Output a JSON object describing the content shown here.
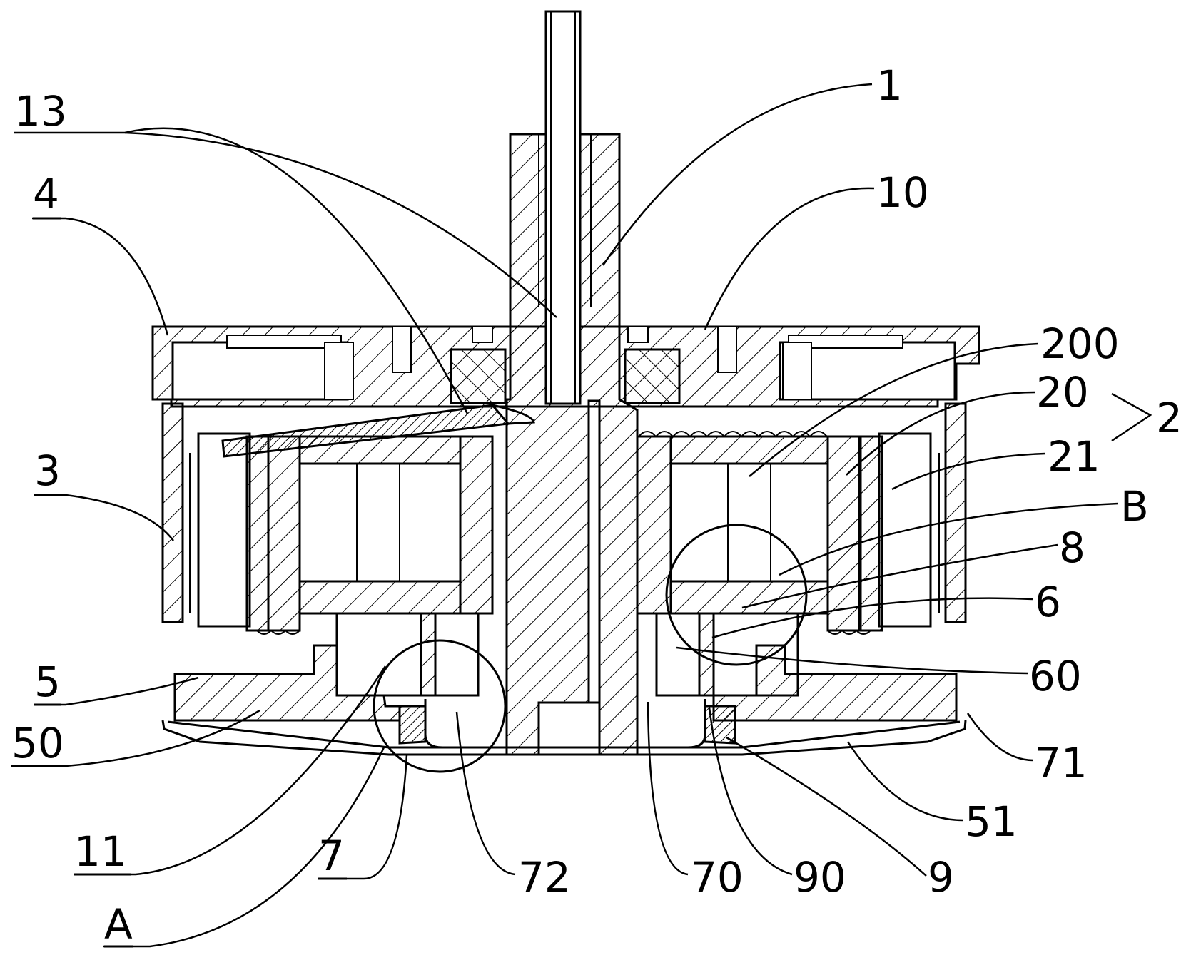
{
  "figure": {
    "labels": [
      {
        "id": "lbl-1",
        "text": "1"
      },
      {
        "id": "lbl-13",
        "text": "13",
        "underlined": true
      },
      {
        "id": "lbl-10",
        "text": "10"
      },
      {
        "id": "lbl-4",
        "text": "4",
        "underlined": true
      },
      {
        "id": "lbl-200",
        "text": "200"
      },
      {
        "id": "lbl-20",
        "text": "20"
      },
      {
        "id": "lbl-2",
        "text": "2"
      },
      {
        "id": "lbl-3",
        "text": "3",
        "underlined": true
      },
      {
        "id": "lbl-21",
        "text": "21"
      },
      {
        "id": "lbl-B",
        "text": "B"
      },
      {
        "id": "lbl-8",
        "text": "8"
      },
      {
        "id": "lbl-6",
        "text": "6"
      },
      {
        "id": "lbl-60",
        "text": "60"
      },
      {
        "id": "lbl-5",
        "text": "5",
        "underlined": true
      },
      {
        "id": "lbl-50",
        "text": "50",
        "underlined": true
      },
      {
        "id": "lbl-71",
        "text": "71"
      },
      {
        "id": "lbl-51",
        "text": "51"
      },
      {
        "id": "lbl-11",
        "text": "11",
        "underlined": true
      },
      {
        "id": "lbl-7",
        "text": "7",
        "underlined": true
      },
      {
        "id": "lbl-72",
        "text": "72"
      },
      {
        "id": "lbl-70",
        "text": "70"
      },
      {
        "id": "lbl-90",
        "text": "90"
      },
      {
        "id": "lbl-9",
        "text": "9"
      },
      {
        "id": "lbl-A",
        "text": "A",
        "underlined": true
      }
    ]
  }
}
